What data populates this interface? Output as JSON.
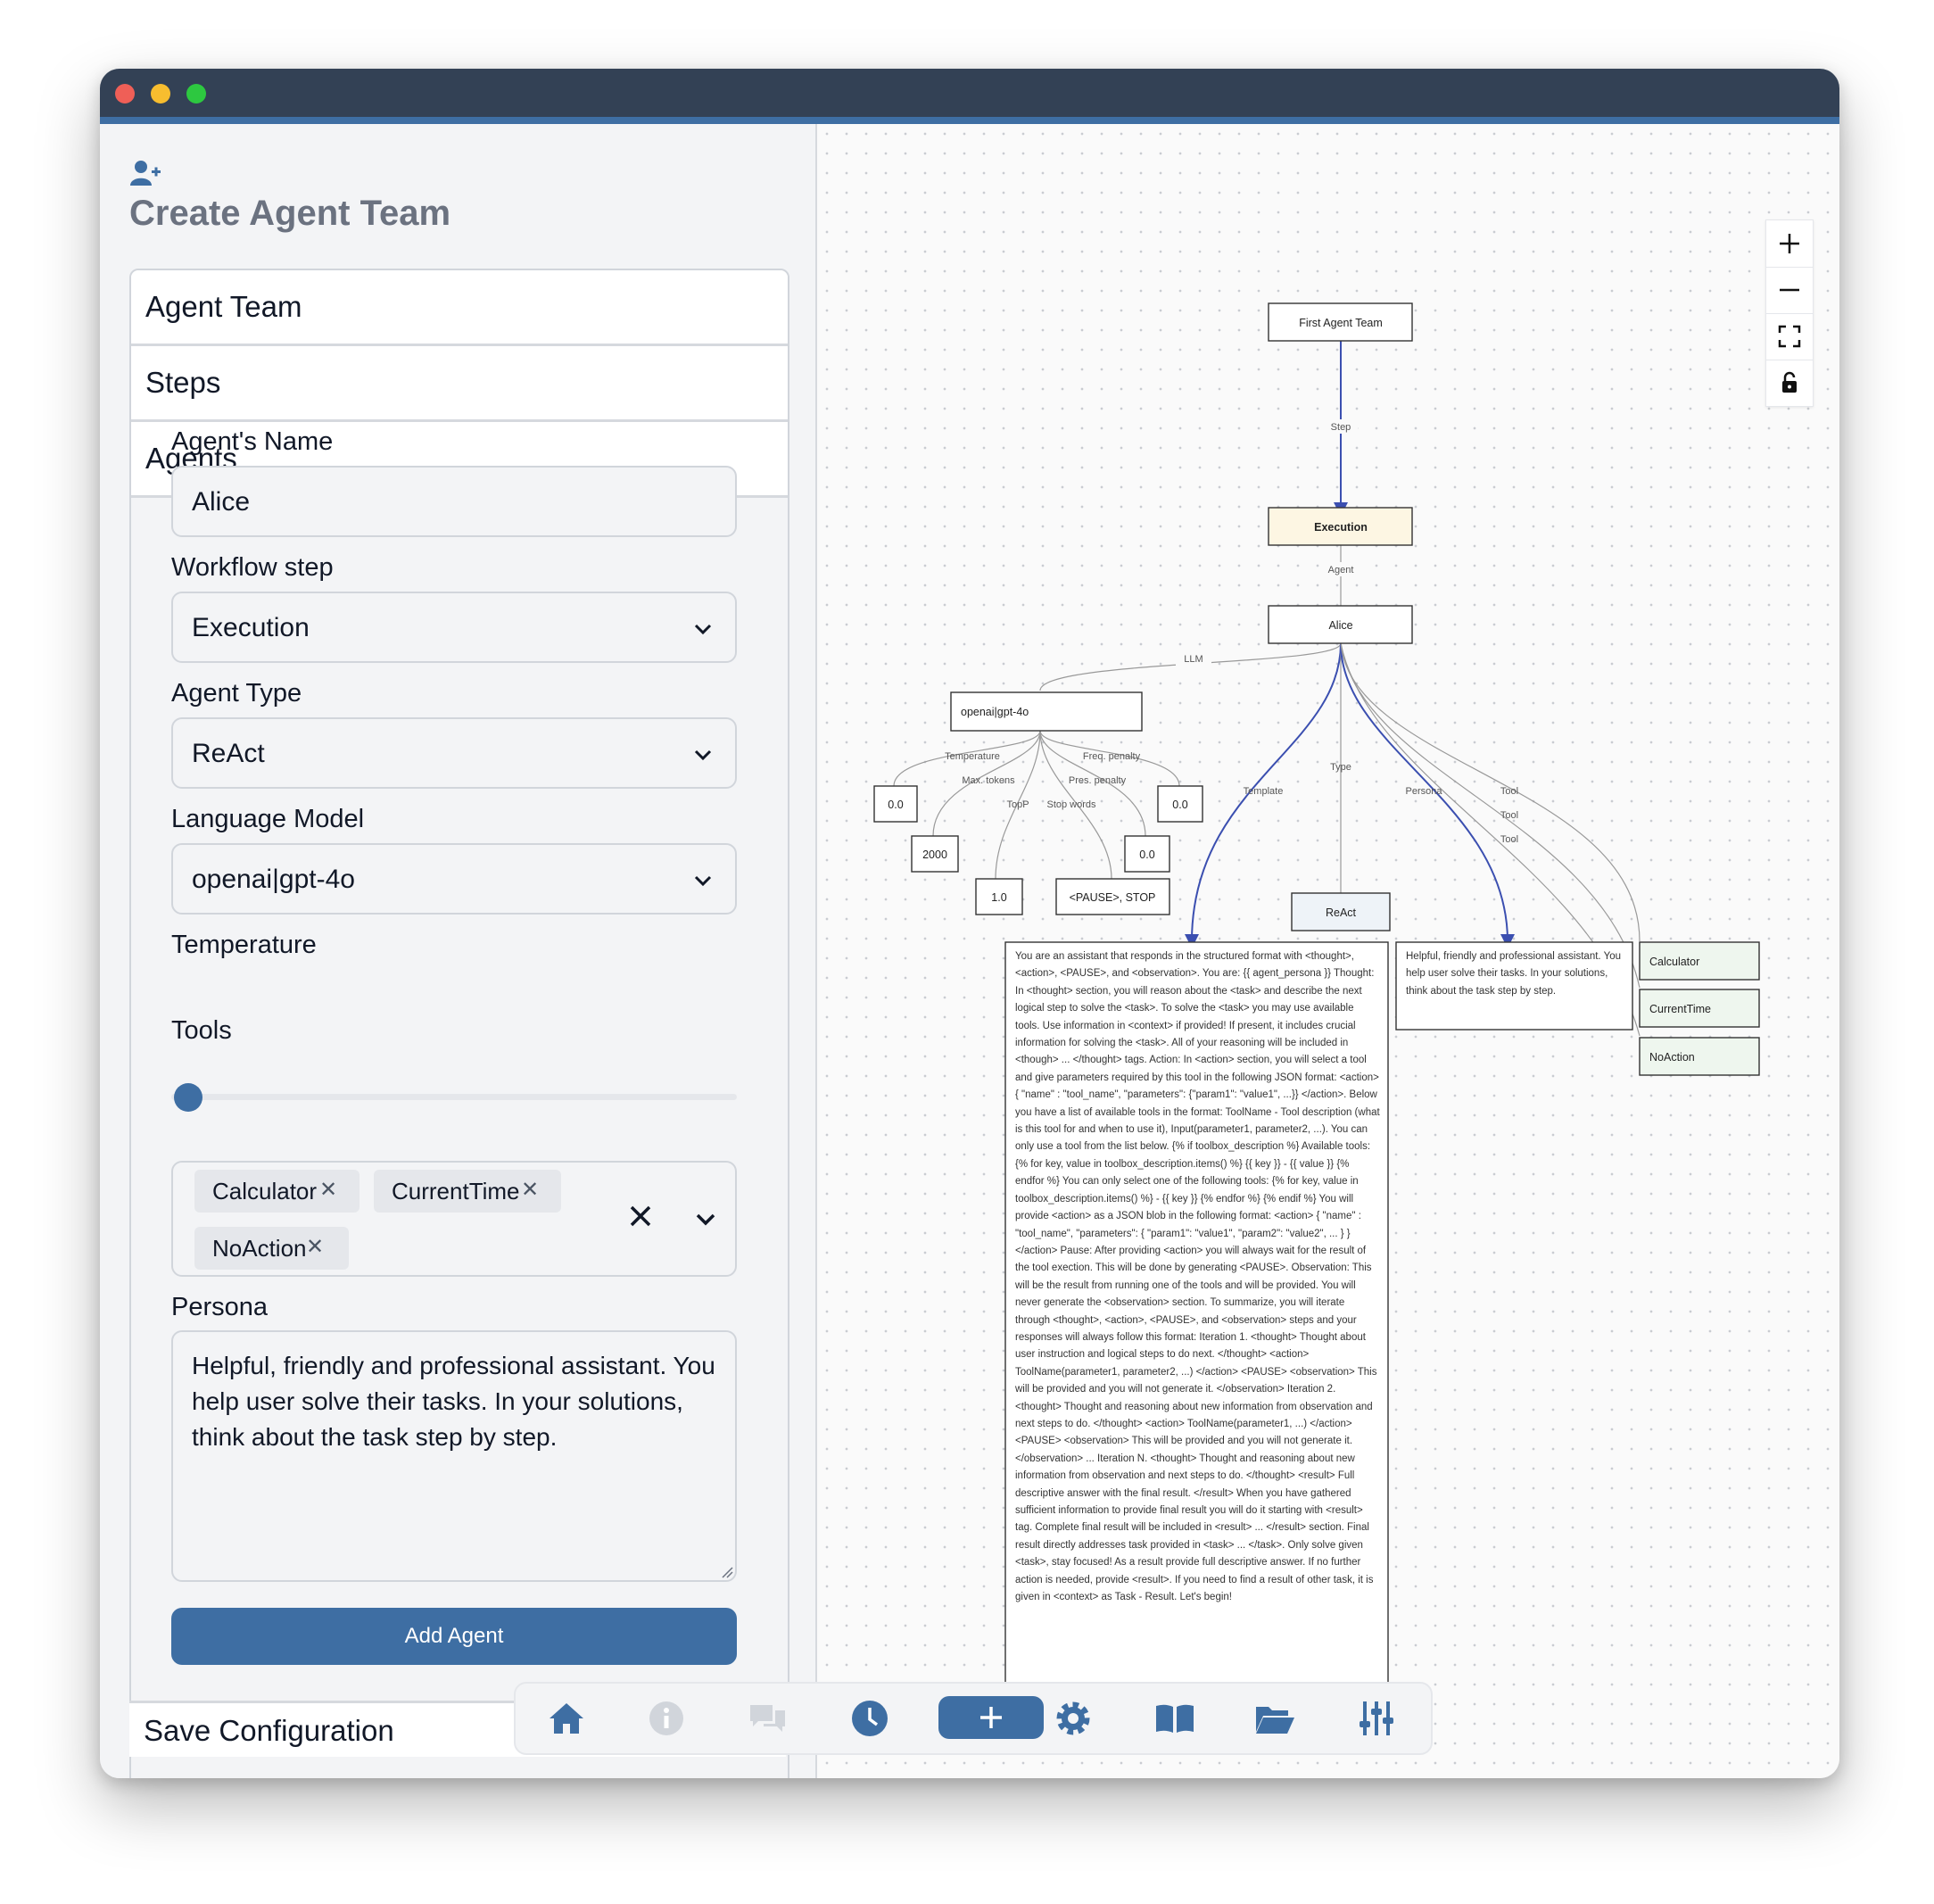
{
  "page": {
    "title": "Create Agent Team"
  },
  "accordion": {
    "agent_team": "Agent Team",
    "steps": "Steps",
    "agents": "Agents",
    "save": "Save Configuration"
  },
  "form": {
    "name_label": "Agent's Name",
    "name_value": "Alice",
    "step_label": "Workflow step",
    "step_value": "Execution",
    "type_label": "Agent Type",
    "type_value": "ReAct",
    "model_label": "Language Model",
    "model_value": "openai|gpt-4o",
    "temp_label": "Temperature",
    "temp_value": 0.0,
    "tools_label": "Tools",
    "tools": [
      "Calculator",
      "CurrentTime",
      "NoAction"
    ],
    "persona_label": "Persona",
    "persona_value": "Helpful, friendly and professional assistant. You help user solve their tasks. In your solutions, think about the task step by step.",
    "add_button": "Add Agent"
  },
  "graph": {
    "team": "First Agent Team",
    "step_edge": "Step",
    "step": "Execution",
    "agent_edge": "Agent",
    "agent": "Alice",
    "llm_edge": "LLM",
    "model": "openai|gpt-4o",
    "param_labels": {
      "temperature": "Temperature",
      "max_tokens": "Max. tokens",
      "top_p": "TopP",
      "stop_words": "Stop words",
      "pres_penalty": "Pres. penalty",
      "freq_penalty": "Freq. penalty"
    },
    "param_values": {
      "temperature": "0.0",
      "max_tokens": "2000",
      "top_p": "1.0",
      "stop_words": "<PAUSE>, STOP",
      "pres_penalty": "0.0",
      "freq_penalty": "0.0"
    },
    "template_edge": "Template",
    "type_edge": "Type",
    "type": "ReAct",
    "persona_edge": "Persona",
    "tool_edge": "Tool",
    "tools": [
      "Calculator",
      "CurrentTime",
      "NoAction"
    ],
    "persona_text": "Helpful, friendly and professional assistant. You help user solve their tasks. In your solutions, think about the task step by step.",
    "template_text": "You are an assistant that responds in the structured format with <thought>, <action>, <PAUSE>, and <observation>. You are: {{ agent_persona }} Thought: In <thought> section, you will reason about the <task> and describe the next logical step to solve the <task>. To solve the <task> you may use available tools. Use information in <context> if provided! If present, it includes crucial information for solving the <task>. All of your reasoning will be included in <though> ... </thought> tags. Action: In <action> section, you will select a tool and give parameters required by this tool in the following JSON format: <action>{ \"name\" : \"tool_name\", \"parameters\": {\"param1\": \"value1\", ...}} </action>. Below you have a list of available tools in the format: ToolName - Tool description (what is this tool for and when to use it), Input(parameter1, parameter2, ...). You can only use a tool from the list below. {% if toolbox_description %} Available tools: {% for key, value in toolbox_description.items() %} {{ key }} - {{ value }} {% endfor %} You can only select one of the following tools: {% for key, value in toolbox_description.items() %} - {{ key }} {% endfor %} {% endif %} You will provide <action> as a JSON blob in the following format: <action> { \"name\" : \"tool_name\", \"parameters\": { \"param1\": \"value1\", \"param2\": \"value2\", ... } } </action> Pause: After providing <action> you will always wait for the result of the tool exection. This will be done by generating <PAUSE>. Observation: This will be the result from running one of the tools and will be provided. You will never generate the <observation> section. To summarize, you will iterate through <thought>, <action>, <PAUSE>, and <observation> steps and your responses will always follow this format: Iteration 1. <thought> Thought about user instruction and logical steps to do next. </thought> <action> ToolName(parameter1, parameter2, ...) </action> <PAUSE> <observation> This will be provided and you will not generate it. </observation> Iteration 2. <thought> Thought and reasoning about new information from observation and next steps to do. </thought> <action> ToolName(parameter1, ...) </action> <PAUSE> <observation> This will be provided and you will not generate it. </observation> ... Iteration N. <thought> Thought and reasoning about new information from observation and next steps to do. </thought> <result> Full descriptive answer with the final result. </result> When you have gathered sufficient information to provide final result you will do it starting with <result> tag. Complete final result will be included in <result> ... </result> section. Final result directly addresses task provided in <task> ... </task>. Only solve given <task>, stay focused! As a result provide full descriptive answer. If no further action is needed, provide <result>. If you need to find a result of other task, it is given in <context> as Task - Result. Let's begin!"
  },
  "icons": {
    "header": "user-plus-icon",
    "zoom": [
      "zoom-in-icon",
      "zoom-out-icon",
      "fit-view-icon",
      "lock-icon"
    ],
    "dock": [
      "home-icon",
      "info-icon",
      "chat-icon",
      "clock-icon",
      "plus-icon",
      "gear-icon",
      "book-icon",
      "folder-icon",
      "sliders-icon"
    ]
  },
  "colors": {
    "accent": "#3e6ea3",
    "titlebar": "#334155",
    "edge_blue": "#3b4fb0",
    "execution_fill": "#fdf6e3",
    "tool_fill": "#eef6ee",
    "react_fill": "#eef3f8"
  }
}
